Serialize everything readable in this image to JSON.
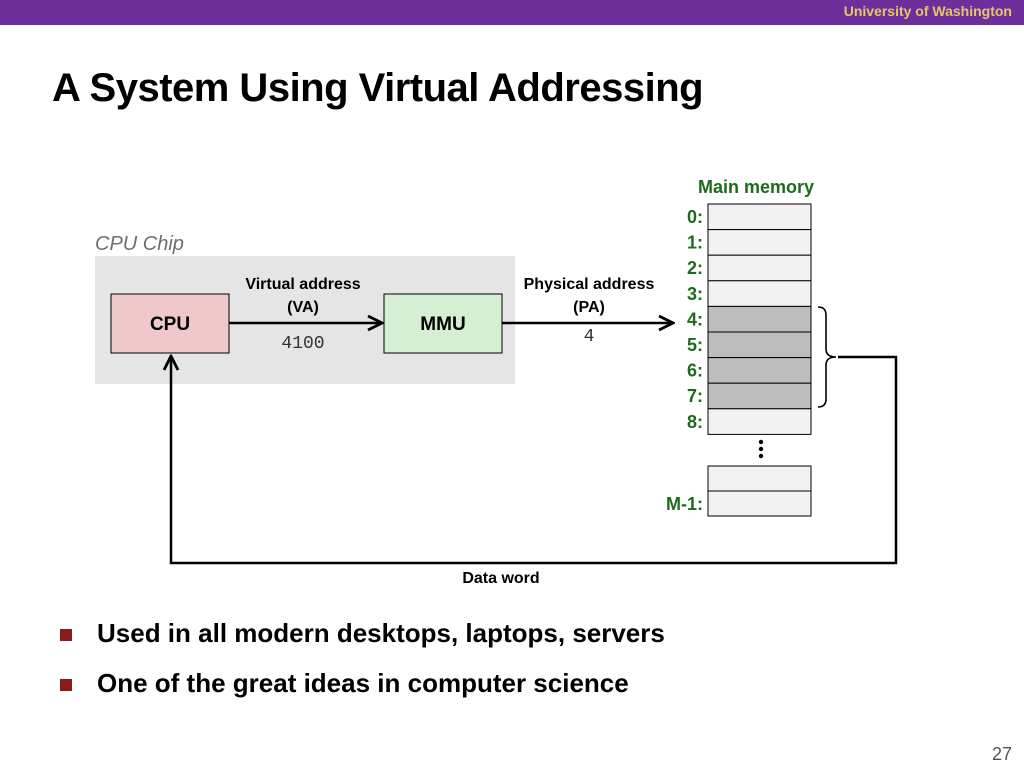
{
  "header": {
    "org": "University of Washington"
  },
  "slide": {
    "title": "A System Using Virtual Addressing",
    "page": "27"
  },
  "diagram": {
    "chip_label": "CPU Chip",
    "cpu_label": "CPU",
    "mmu_label": "MMU",
    "va_label_line1": "Virtual address",
    "va_label_line2": "(VA)",
    "va_value": "4100",
    "pa_label_line1": "Physical address",
    "pa_label_line2": "(PA)",
    "pa_value": "4",
    "memory_title": "Main memory",
    "memory_rows": [
      {
        "label": "0:",
        "highlighted": false
      },
      {
        "label": "1:",
        "highlighted": false
      },
      {
        "label": "2:",
        "highlighted": false
      },
      {
        "label": "3:",
        "highlighted": false
      },
      {
        "label": "4:",
        "highlighted": true
      },
      {
        "label": "5:",
        "highlighted": true
      },
      {
        "label": "6:",
        "highlighted": true
      },
      {
        "label": "7:",
        "highlighted": true
      },
      {
        "label": "8:",
        "highlighted": false
      }
    ],
    "last_row_label": "M-1:",
    "data_word_label": "Data word",
    "colors": {
      "cpu_fill": "#efc8cb",
      "mmu_fill": "#d4efd1",
      "chip_fill": "#e5e5e5",
      "memory_fill": "#f2f2f2",
      "memory_highlight": "#bdbdbd",
      "memory_label": "#1e6b1e"
    }
  },
  "bullets": [
    "Used in all modern desktops, laptops, servers",
    "One of the great ideas in computer science"
  ]
}
